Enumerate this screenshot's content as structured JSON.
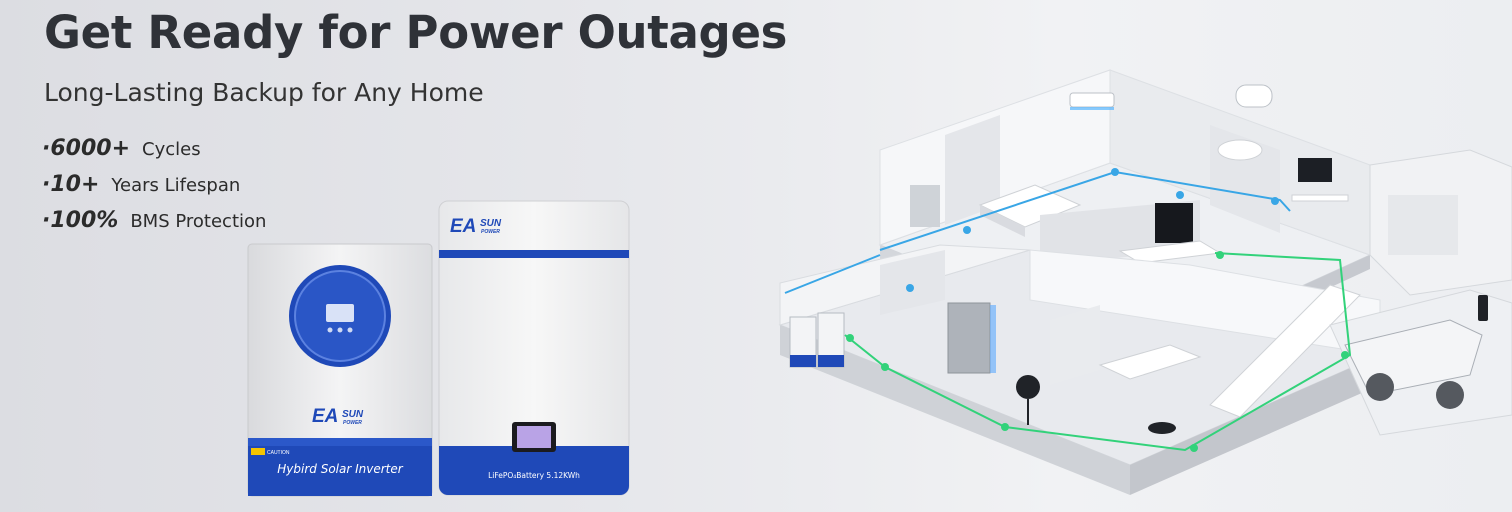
{
  "headline": "Get Ready for Power Outages",
  "subheadline": "Long-Lasting Backup for Any Home",
  "bullets": [
    {
      "value": "·6000+",
      "label": "Cycles"
    },
    {
      "value": "·10+",
      "label": "Years Lifespan"
    },
    {
      "value": "·100%",
      "label": "BMS Protection"
    }
  ],
  "inverter": {
    "brand_top": "EA",
    "brand_sun": "SUN",
    "brand_sub": "POWER",
    "caution": "CAUTION",
    "label": "Hybird Solar Inverter"
  },
  "battery": {
    "brand_top": "EA",
    "brand_sun": "SUN",
    "brand_sub": "POWER",
    "label": "LiFePO₄Battery 5.12KWh"
  },
  "colors": {
    "brand_blue": "#1f49b8",
    "power_line_blue": "#39a6e6",
    "power_line_green": "#32d27a",
    "headline": "#2f3238"
  }
}
